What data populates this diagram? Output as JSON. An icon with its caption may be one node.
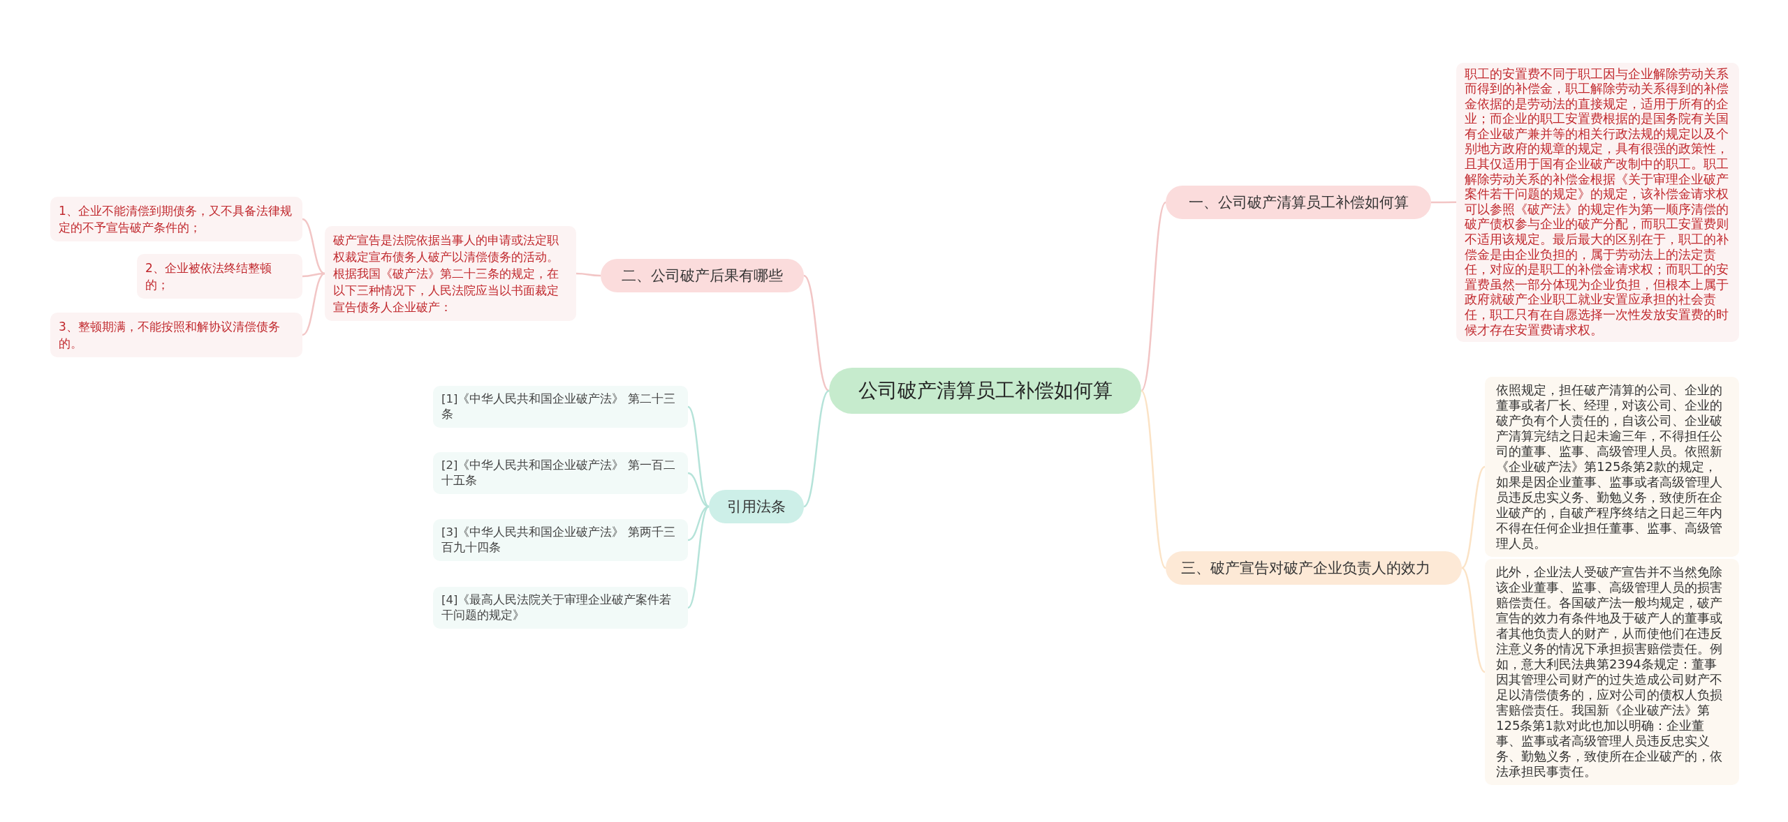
{
  "diagram": {
    "nodes": [
      {
        "text": [
          "公司破产清算员工补偿如何算"
        ]
      },
      {
        "text": [
          "一、公司破产清算员工补偿如何算"
        ]
      },
      {
        "text": [
          "职工的安置费不同于职工因与企业解除劳动关系而得到的补偿金，职工解除劳动关系得到的补偿金依据的是劳动法的直接规定，适用于所有的企业；而企业的职工安置费根据的是国务院有关国有企业破产兼并等的相关行政法规的规定以及个别地方政府的规章的规定，具有很强的政策性，且其仅适用于国有企业破产改制中的职工。职工解除劳动关系的补偿金根据《关于审理企业破产案件若干问题的规定》的规定，该补偿金请求权可以参照《破产法》的规定作为第一顺序清偿的破产债权参与企业的破产分配，而职工安置费则不适用该规定。最后最大的区别在于，职工的补偿金是由企业负担的，属于劳动法上的法定责任，对应的是职工的补偿金请求权；而职工的安置费虽然一部分体现为企业负担，但根本上属于政府就破产企业职工就业安置应承担的社会责任，职工只有在自愿选择一次性发放安置费的时候才存在安置费请求权。"
        ]
      },
      {
        "text": [
          "二、公司破产后果有哪些"
        ]
      },
      {
        "text": [
          "破产宣告是法院依据当事人的申请或法定职权裁定宣布债务人破产以清偿债务的活动。根据我国《破产法》第二十三条的规定，在以下三种情况下，人民法院应当以书面裁定宣告债务人企业破产："
        ]
      },
      {
        "text": [
          "1、企业不能清偿到期债务，又不具备法律规定的不予宣告破产条件的；"
        ]
      },
      {
        "text": [
          "2、企业被依法终结整顿的；"
        ]
      },
      {
        "text": [
          "3、整顿期满，不能按照和解协议清偿债务的。"
        ]
      },
      {
        "text": [
          "引用法条"
        ]
      },
      {
        "text": [
          "[1]《中华人民共和国企业破产法》 第二十三条"
        ]
      },
      {
        "text": [
          "[2]《中华人民共和国企业破产法》 第一百二十五条"
        ]
      },
      {
        "text": [
          "[3]《中华人民共和国企业破产法》 第两千三百九十四条"
        ]
      },
      {
        "text": [
          "[4]《最高人民法院关于审理企业破产案件若干问题的规定》"
        ]
      },
      {
        "text": [
          "三、破产宣告对破产企业负责人的效力"
        ]
      },
      {
        "text": [
          "依照规定，担任破产清算的公司、企业的董事或者厂长、经理，对该公司、企业的破产负有个人责任的，自该公司、企业破产清算完结之日起未逾三年，不得担任公司的董事、监事、高级管理人员。依照新《企业破产法》第125条第2款的规定，如果是因企业董事、监事或者高级管理人员违反忠实义务、勤勉义务，致使所在企业破产的，自破产程序终结之日起三年内不得在任何企业担任董事、监事、高级管理人员。"
        ]
      },
      {
        "text": [
          "此外，企业法人受破产宣告并不当然免除该企业董事、监事、高级管理人员的损害赔偿责任。各国破产法一般均规定，破产宣告的效力有条件地及于破产人的董事或者其他负责人的财产，从而使他们在违反注意义务的情况下承担损害赔偿责任。例如，意大利民法典第2394条规定：董事因其管理公司财产的过失造成公司财产不足以清偿债务的，应对公司的债权人负损害赔偿责任。我国新《企业破产法》第125条第1款对此也加以明确：企业董事、监事或者高级管理人员违反忠实义务、勤勉义务，致使所在企业破产的，依法承担民事责任。"
        ]
      }
    ],
    "edges": [
      {
        "from": 0,
        "to": 1,
        "arrow": "none"
      },
      {
        "from": 1,
        "to": 2,
        "arrow": "none"
      },
      {
        "from": 0,
        "to": 3,
        "arrow": "none"
      },
      {
        "from": 3,
        "to": 4,
        "arrow": "none"
      },
      {
        "from": 4,
        "to": 5,
        "arrow": "none"
      },
      {
        "from": 4,
        "to": 6,
        "arrow": "none"
      },
      {
        "from": 4,
        "to": 7,
        "arrow": "none"
      },
      {
        "from": 0,
        "to": 8,
        "arrow": "none",
        "color": "#b5e3d9"
      },
      {
        "from": 8,
        "to": 9,
        "arrow": "none",
        "color": "#b5e3d9"
      },
      {
        "from": 8,
        "to": 10,
        "arrow": "none",
        "color": "#b5e3d9"
      },
      {
        "from": 8,
        "to": 11,
        "arrow": "none",
        "color": "#b5e3d9"
      },
      {
        "from": 8,
        "to": 12,
        "arrow": "none",
        "color": "#b5e3d9"
      },
      {
        "from": 0,
        "to": 13,
        "arrow": "none",
        "color": "#fbe3c6"
      },
      {
        "from": 13,
        "to": 14,
        "arrow": "none",
        "color": "#fbe3c6"
      },
      {
        "from": 13,
        "to": 15,
        "arrow": "none",
        "color": "#fbe3c6"
      }
    ]
  }
}
